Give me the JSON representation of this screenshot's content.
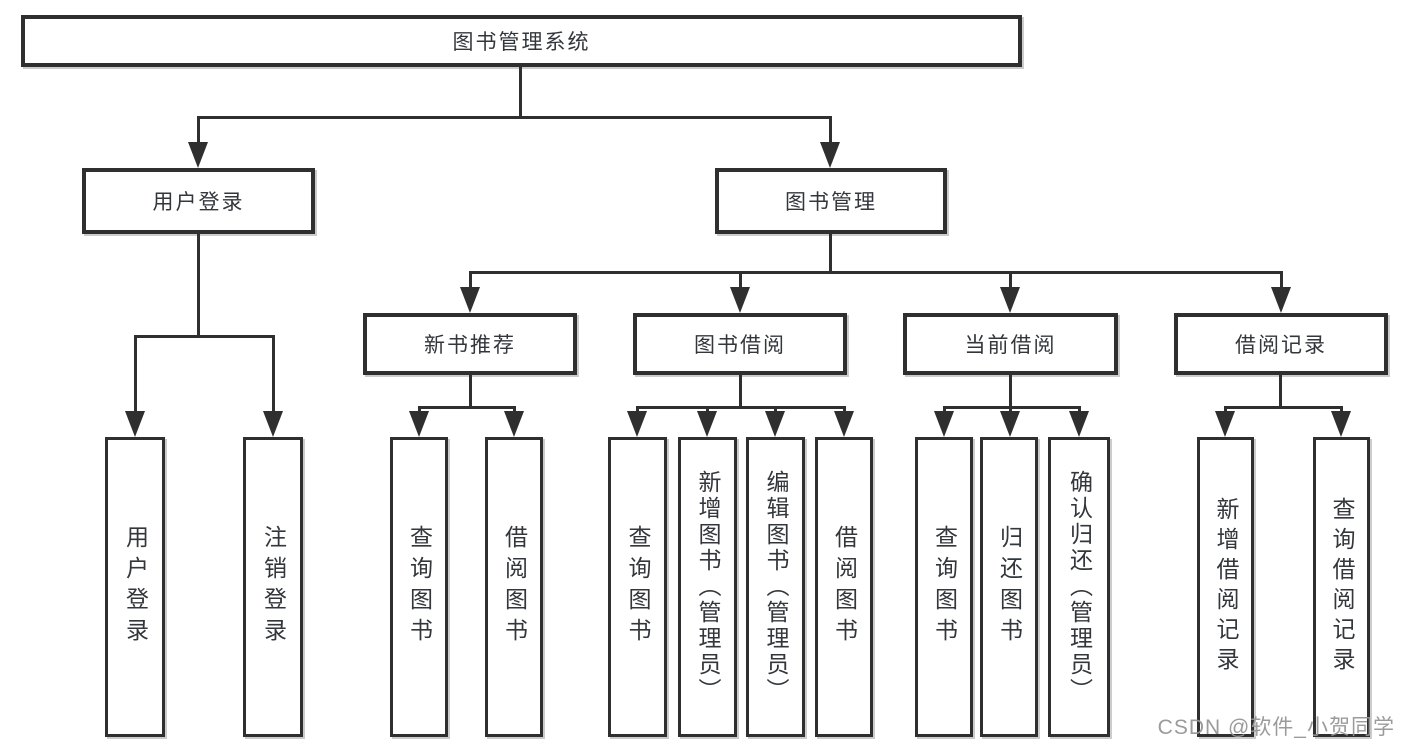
{
  "root": {
    "label": "图书管理系统"
  },
  "branches": {
    "user_login": {
      "label": "用户登录",
      "leaves": [
        "用户登录",
        "注销登录"
      ]
    },
    "book_management": {
      "label": "图书管理",
      "sections": {
        "new_book_recommendation": {
          "label": "新书推荐",
          "leaves": [
            "查询图书",
            "借阅图书"
          ]
        },
        "book_borrowing": {
          "label": "图书借阅",
          "leaves": [
            "查询图书",
            "新增图书（管理员）",
            "编辑图书（管理员）",
            "借阅图书"
          ]
        },
        "current_borrowing": {
          "label": "当前借阅",
          "leaves": [
            "查询图书",
            "归还图书",
            "确认归还（管理员）"
          ]
        },
        "borrowing_records": {
          "label": "借阅记录",
          "leaves": [
            "新增借阅记录",
            "查询借阅记录"
          ]
        }
      }
    }
  },
  "watermark": "CSDN @软件_小贺同学",
  "colors": {
    "line": "#2f2f2f",
    "box_border": "#2f2f2f",
    "box_background": "#ffffff",
    "text": "#33373c",
    "watermark": "#969696",
    "page_background": "#ffffff"
  }
}
